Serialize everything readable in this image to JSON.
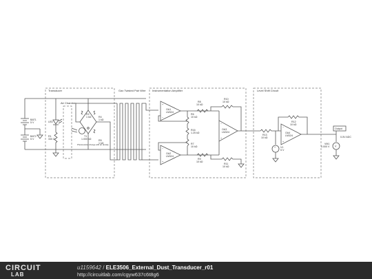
{
  "sections": {
    "transducer": "Transducer",
    "air_chamber": "Air Chamber",
    "twisted_pair": "Gax Twisted Pair Wire",
    "instrumentation_amp": "Instrumentation Amplifier",
    "level_shift": "Level Shift Circuit"
  },
  "components": {
    "bat1": {
      "name": "BAT1",
      "value": "5 V"
    },
    "bat2": {
      "name": "BAT2",
      "value": "5 V"
    },
    "led": {
      "name": "LED"
    },
    "r1": {
      "name": "R1",
      "value": "330 Ω"
    },
    "r2": {
      "name": "R2",
      "value": "1 kΩ"
    },
    "r4": {
      "name": "R4",
      "value": "1 kΩ"
    },
    "r5": {
      "name": "R5",
      "value": "1 kΩ"
    },
    "t1": {
      "name": "T1",
      "value": "1.000 kΩ"
    },
    "pr_note": "Photoresistor change with air density",
    "oa1": {
      "name": "OA1",
      "part": "LM324"
    },
    "oa2": {
      "name": "OA2",
      "part": "LM324"
    },
    "oa3": {
      "name": "OA3",
      "part": "LM324"
    },
    "oa4": {
      "name": "OA4",
      "part": "LM324"
    },
    "r6": {
      "name": "R6",
      "value": "10 kΩ"
    },
    "r7": {
      "name": "R7",
      "value": "10 kΩ"
    },
    "r8": {
      "name": "R8",
      "value": "10 kΩ"
    },
    "r9": {
      "name": "R9",
      "value": "10 kΩ"
    },
    "r10": {
      "name": "R10",
      "value": "10 kΩ"
    },
    "r11": {
      "name": "R11",
      "value": "10 kΩ"
    },
    "r12": {
      "name": "R12",
      "value": "10 kΩ"
    },
    "r13": {
      "name": "R13",
      "value": "10 kΩ"
    },
    "r16": {
      "name": "R16",
      "value": "1.25 kΩ"
    },
    "v1": {
      "name": "V1",
      "value": "5 V"
    },
    "vm1": {
      "name": "VM1",
      "value": "0.000 V"
    },
    "output": {
      "name": "Output",
      "range": "0-5V ADC"
    }
  },
  "footer": {
    "logo_top": "CIRCUIT",
    "logo_bottom": "LAB",
    "user": "u1159642",
    "separator": " / ",
    "circuit_name": "ELE3506_External_Dust_Transducer_r01",
    "url": "http://circuitlab.com/cgyw637c6t8g6"
  }
}
